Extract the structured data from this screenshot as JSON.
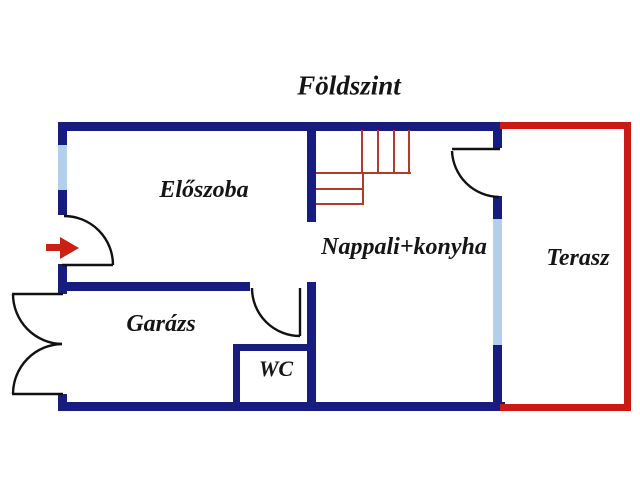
{
  "title": "Földszint",
  "rooms": [
    {
      "name": "eloszoba",
      "label": "Előszoba"
    },
    {
      "name": "nappali-konyha",
      "label": "Nappali+konyha"
    },
    {
      "name": "terasz",
      "label": "Terasz"
    },
    {
      "name": "garazs",
      "label": "Garázs"
    },
    {
      "name": "wc",
      "label": "WC"
    }
  ],
  "icons": {
    "entrance_arrow": "right-arrow-entrance-marker"
  },
  "colors": {
    "background": "#ffffff",
    "wall": "#171d7e",
    "window": "#b2cfec",
    "terrace_outline": "#cc1a12",
    "stairs": "#b23b2b",
    "door": "#111111",
    "entrance_arrow": "#cc2012",
    "text": "#151515"
  }
}
